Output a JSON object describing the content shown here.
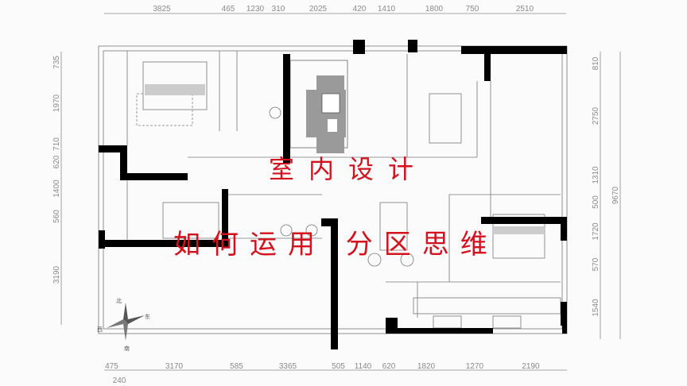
{
  "overlay": {
    "title": "室内设计",
    "subtitle": "如何运用 分区思维"
  },
  "dimensions": {
    "top": [
      "3825",
      "465",
      "1230",
      "310",
      "2025",
      "420",
      "1410",
      "1800",
      "750",
      "2510"
    ],
    "left": [
      "735",
      "1970",
      "710",
      "620",
      "1400",
      "560",
      "3190"
    ],
    "right": [
      "810",
      "2750",
      "1310",
      "500",
      "1720",
      "570",
      "1540"
    ],
    "right_total": "9670",
    "bottom": [
      "475",
      "3170",
      "585",
      "3365",
      "505",
      "1140",
      "620",
      "1820",
      "1270",
      "2190"
    ],
    "bottom_extra": "240"
  },
  "compass": {
    "n": "北",
    "e": "东",
    "s": "南",
    "w": "西"
  },
  "colors": {
    "overlay_text": "#d3121e",
    "wall": "#000000",
    "lines": "#8a8a8a",
    "floor_pattern": "#9a9a9a"
  }
}
